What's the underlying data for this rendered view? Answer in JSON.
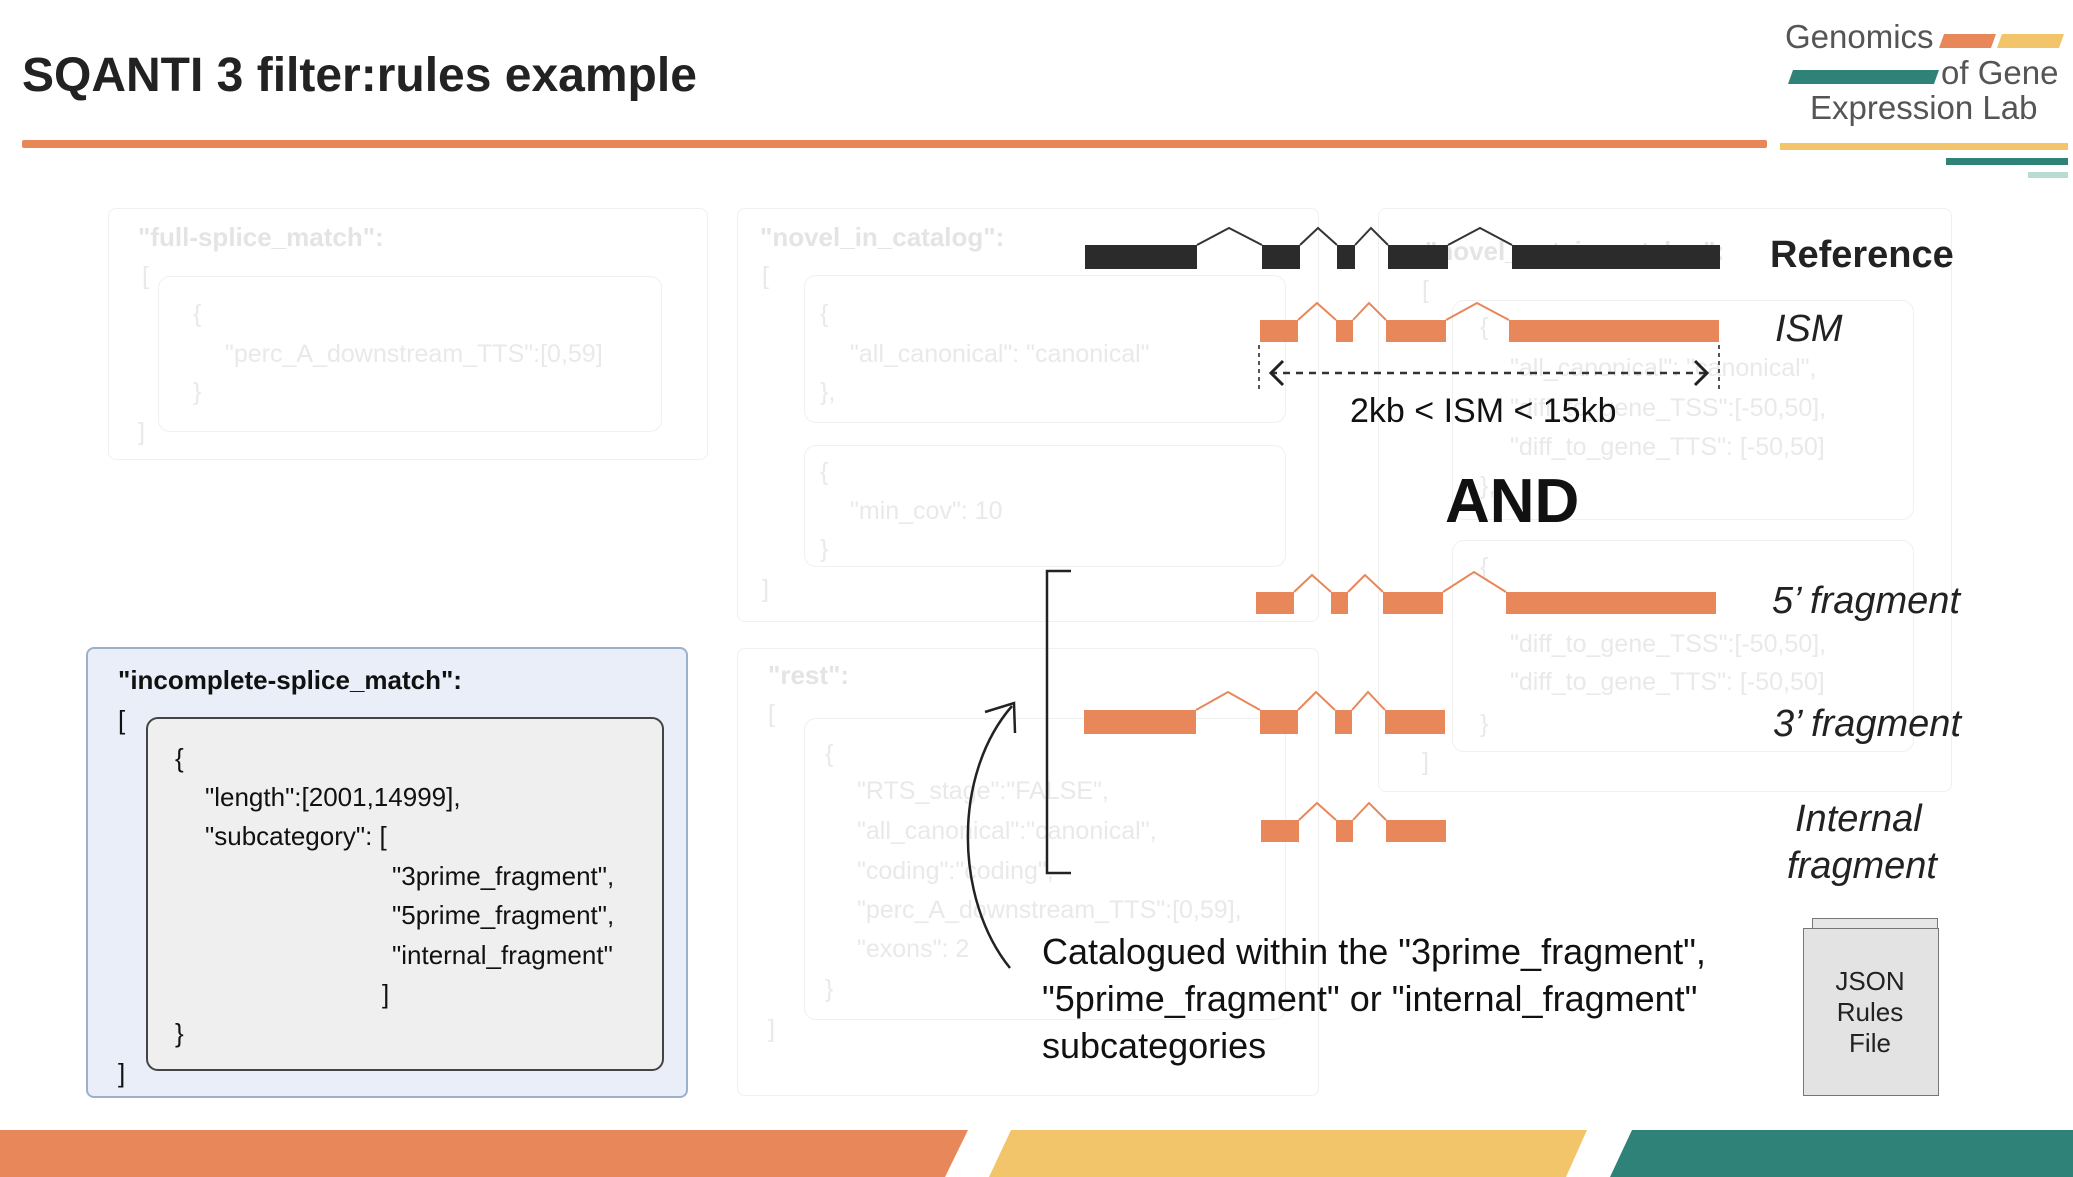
{
  "slide": {
    "title": "SQANTI 3 filter:rules example",
    "logo": {
      "line1": "Genomics",
      "line2": "of Gene",
      "line3": "Expression Lab"
    }
  },
  "colors": {
    "title_rule": "#e8875a",
    "exon_reference": "#2b2b2b",
    "exon_isoform": "#e8875a",
    "band_orange": "#e8875a",
    "band_yellow": "#f2c56b",
    "band_teal": "#2e8277",
    "ism_panel_bg": "#e9eef8",
    "ism_panel_border": "#9cb0cc"
  },
  "background_rules": {
    "full_splice_match": {
      "header": "\"full-splice_match\":",
      "open_bracket": "[",
      "open_brace": "{",
      "line1": "\"perc_A_downstream_TTS\":[0,59]",
      "close_brace": "}",
      "close_bracket": "]"
    },
    "novel_in_catalog": {
      "header": "\"novel_in_catalog\":",
      "open_bracket": "[",
      "box1_open": "{",
      "box1_line1": "\"all_canonical\": \"canonical\"",
      "box1_close": "},",
      "box2_open": "{",
      "box2_line1": "\"min_cov\": 10",
      "box2_close": "}",
      "close_bracket": "]"
    },
    "novel_not_in_catalog": {
      "header": "\"novel_not_in_catalog\":",
      "open_bracket": "[",
      "box1_open": "{",
      "box1_line1": "\"all_canonical\": \"canonical\",",
      "box1_line2": "\"diff_to_gene_TSS\":[-50,50],",
      "box1_line3": "\"diff_to_gene_TTS\": [-50,50]",
      "box1_close": "},",
      "box2_open": "{",
      "box2_line1": "\"diff_to_gene_TSS\":[-50,50],",
      "box2_line2": "\"diff_to_gene_TTS\": [-50,50]",
      "box2_close": "}",
      "close_bracket": "]"
    },
    "rest": {
      "header": "\"rest\":",
      "open_bracket": "[",
      "open_brace": "{",
      "line1": "\"RTS_stage\":\"FALSE\",",
      "line2": "\"all_canonical\":\"canonical\",",
      "line3": "\"coding\":\"coding\",",
      "line4": "\"perc_A_downstream_TTS\":[0,59],",
      "line5": "\"exons\": 2",
      "close_brace": "}",
      "close_bracket": "]"
    }
  },
  "ism_rule": {
    "header": "\"incomplete-splice_match\":",
    "open_bracket": "[",
    "open_brace": "{",
    "line_length": "\"length\":[2001,14999],",
    "line_subcategory": "\"subcategory\": [",
    "item1": "\"3prime_fragment\",",
    "item2": "\"5prime_fragment\",",
    "item3": "\"internal_fragment\"",
    "close_sub": "]",
    "close_brace": "}",
    "close_bracket": "]"
  },
  "diagram": {
    "labels": {
      "reference": "Reference",
      "ism": "ISM",
      "five_prime": "5’ fragment",
      "three_prime": "3’ fragment",
      "internal_line1": "Internal",
      "internal_line2": "fragment"
    },
    "length_condition": "2kb < ISM < 15kb",
    "and_label": "AND",
    "note_line1": "Catalogued within the \"3prime_fragment\",",
    "note_line2": "\"5prime_fragment\" or \"internal_fragment\"",
    "note_line3": "subcategories",
    "json_file": {
      "line1": "JSON",
      "line2": "Rules",
      "line3": "File"
    }
  }
}
